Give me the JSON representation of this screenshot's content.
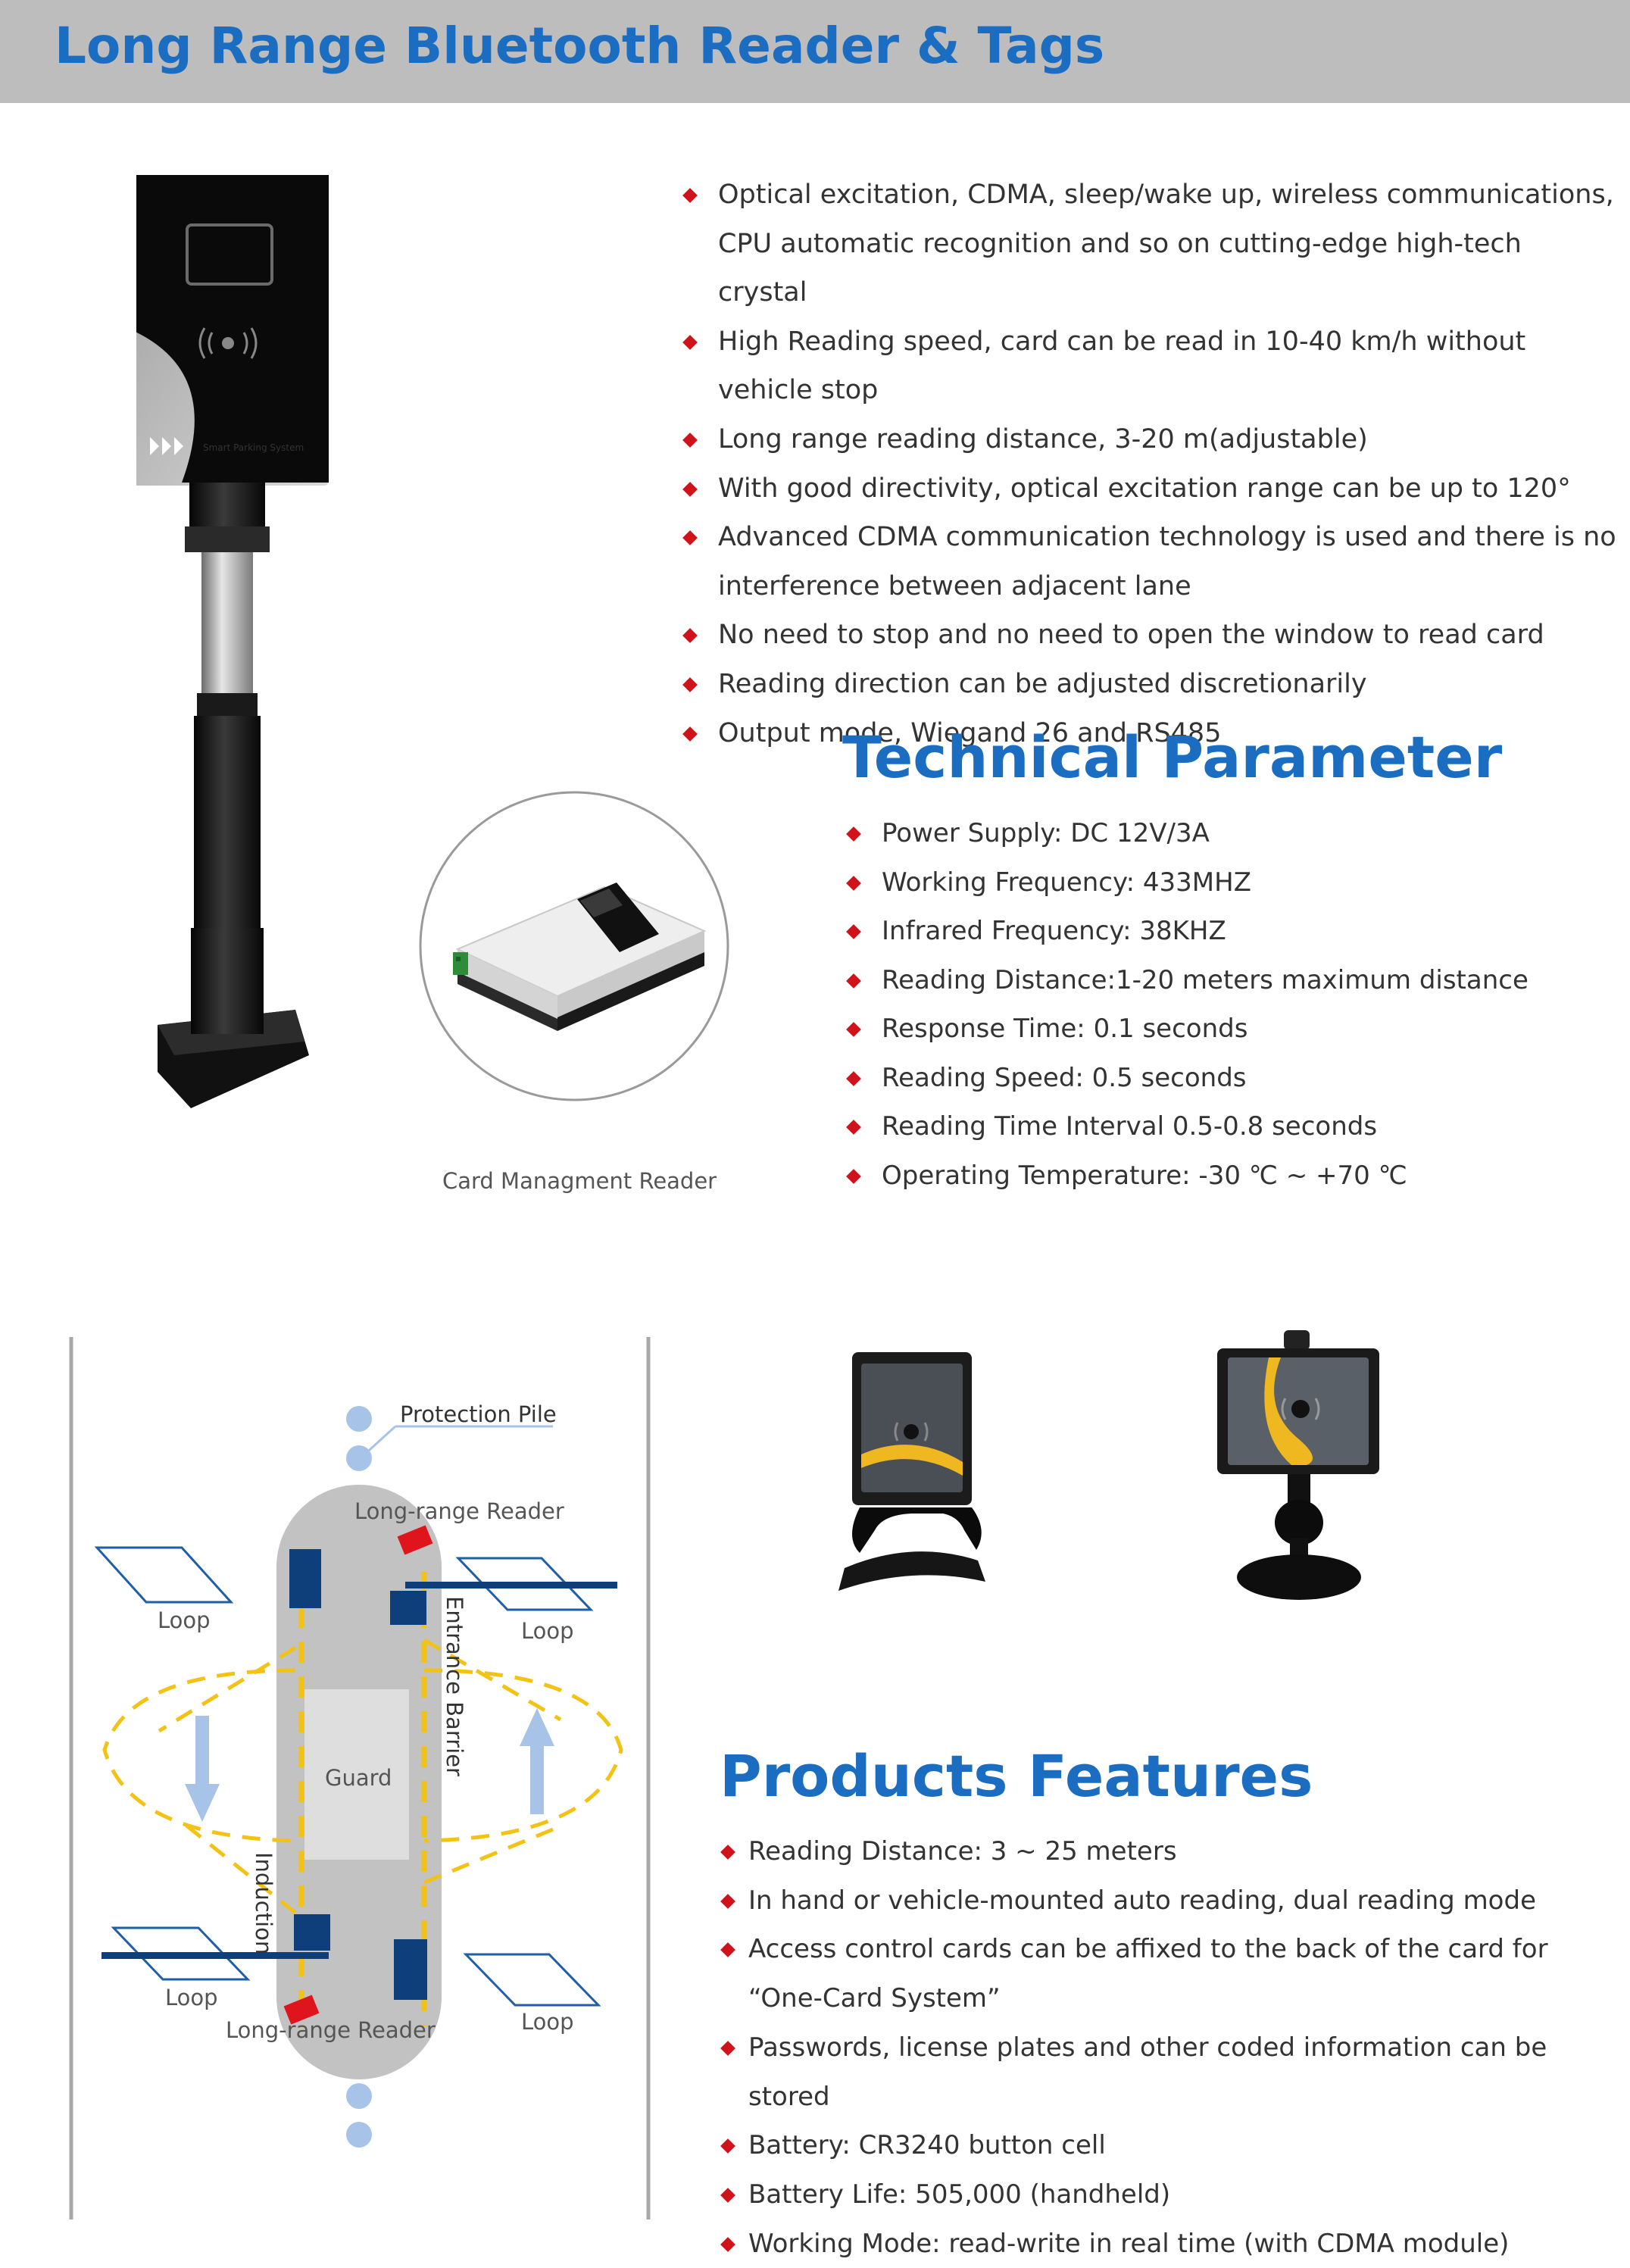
{
  "header": {
    "title": "Long Range Bluetooth Reader & Tags"
  },
  "top_features": [
    "Optical excitation, CDMA, sleep/wake up, wireless communications, CPU automatic recognition and so on cutting-edge high-tech crystal",
    "High Reading speed, card can be read in 10-40 km/h without vehicle stop",
    "Long range reading distance, 3-20 m(adjustable)",
    "With good directivity, optical excitation range can be up to 120°",
    "Advanced CDMA communication technology is used and there is no interference between adjacent lane",
    "No need to stop and no need to open the window to read card",
    "Reading direction can be adjusted discretionarily",
    "Output mode, Wiegand 26 and RS485"
  ],
  "tech": {
    "title": "Technical Parameter",
    "items": [
      "Power Supply: DC 12V/3A",
      "Working Frequency: 433MHZ",
      "Infrared Frequency: 38KHZ",
      "Reading Distance:1-20 meters maximum distance",
      "Response Time: 0.1 seconds",
      "Reading Speed: 0.5 seconds",
      "Reading Time Interval 0.5-0.8 seconds",
      "Operating Temperature: -30 ℃ ~ +70 ℃"
    ]
  },
  "reader_caption": "Card Managment Reader",
  "device_label": "Smart Parking System",
  "diagram": {
    "protection_pile": "Protection Pile",
    "reader_top": "Long-range Reader",
    "reader_bottom": "Long-range Reader",
    "loop": "Loop",
    "entrance_barrier": "Entrance Barrier",
    "induction": "Induction",
    "guard": "Guard"
  },
  "features": {
    "title": "Products Features",
    "items": [
      "Reading Distance: 3 ~ 25 meters",
      "In hand or vehicle-mounted auto reading, dual reading mode",
      "Access control cards can be affixed to the back of the card for “One-Card System”",
      "Passwords, license plates and other coded information can be stored",
      "Battery: CR3240 button cell",
      "Battery Life: 505,000 (handheld)",
      "Working Mode: read-write in real time (with CDMA module)"
    ]
  },
  "colors": {
    "accent": "#1b6dc1",
    "bullet": "#d0121b",
    "header_bg": "#bdbdbd",
    "diagram_blue": "#0f3f7a",
    "diagram_red": "#e0141c",
    "diagram_yellow": "#f2c215"
  }
}
